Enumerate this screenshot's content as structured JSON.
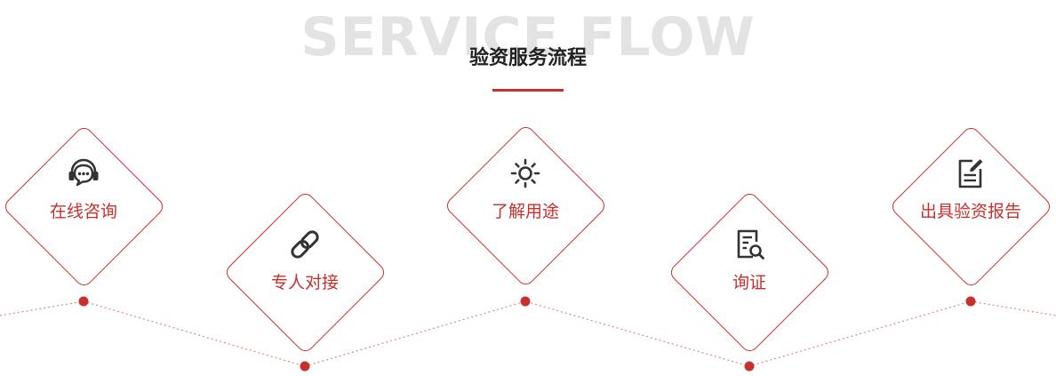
{
  "header": {
    "background_title": "SERVICE FLOW",
    "title": "验资服务流程"
  },
  "steps": [
    {
      "label": "在线咨询",
      "icon": "headset-chat-icon"
    },
    {
      "label": "专人对接",
      "icon": "chain-link-icon"
    },
    {
      "label": "了解用途",
      "icon": "sun-bulb-icon"
    },
    {
      "label": "询证",
      "icon": "document-search-icon"
    },
    {
      "label": "出具验资报告",
      "icon": "edit-document-icon"
    }
  ],
  "colors": {
    "accent": "#c9302c",
    "title": "#222222",
    "background_title": "#e3e3e3",
    "icon": "#333333"
  }
}
